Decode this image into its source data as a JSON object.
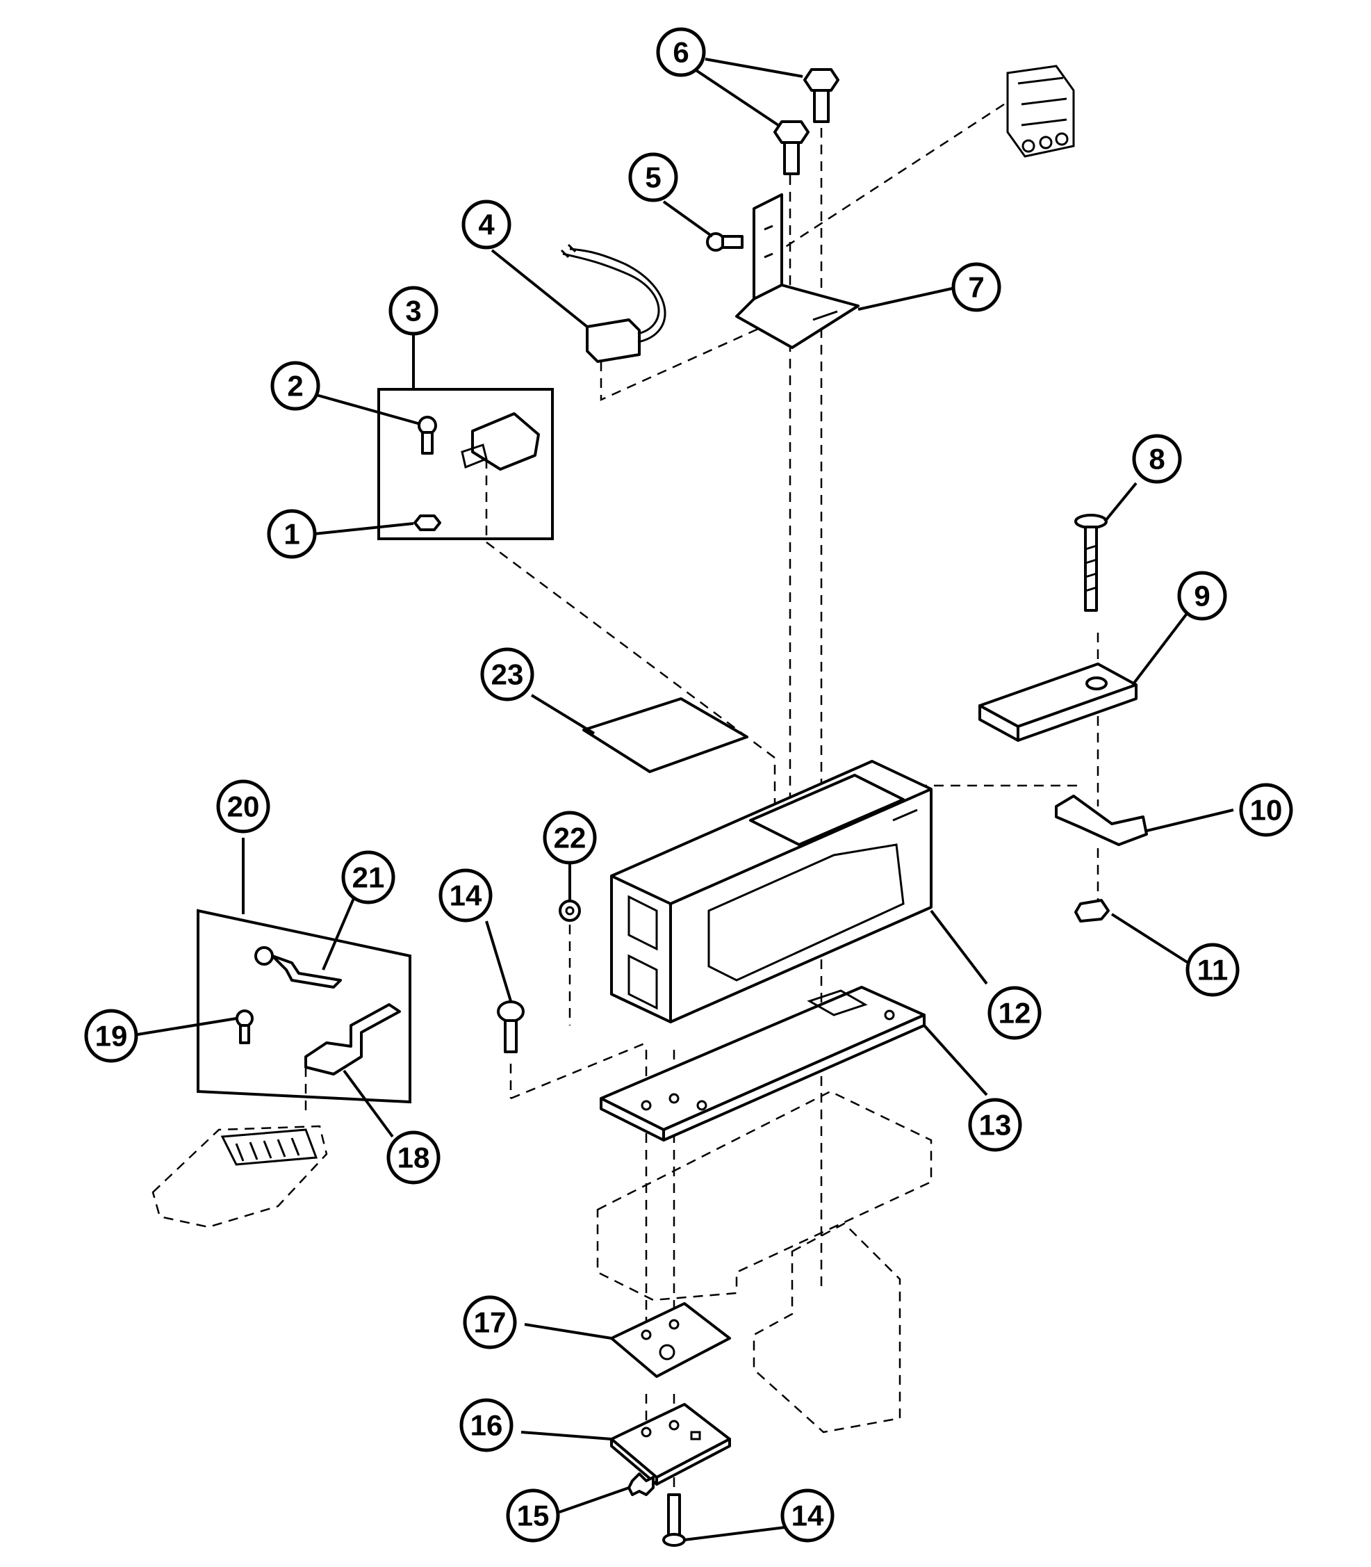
{
  "callouts": [
    {
      "label": "1"
    },
    {
      "label": "2"
    },
    {
      "label": "3"
    },
    {
      "label": "4"
    },
    {
      "label": "5"
    },
    {
      "label": "6"
    },
    {
      "label": "7"
    },
    {
      "label": "8"
    },
    {
      "label": "9"
    },
    {
      "label": "10"
    },
    {
      "label": "11"
    },
    {
      "label": "12"
    },
    {
      "label": "13"
    },
    {
      "label": "14"
    },
    {
      "label": "14"
    },
    {
      "label": "15"
    },
    {
      "label": "16"
    },
    {
      "label": "17"
    },
    {
      "label": "18"
    },
    {
      "label": "19"
    },
    {
      "label": "20"
    },
    {
      "label": "21"
    },
    {
      "label": "22"
    },
    {
      "label": "23"
    }
  ],
  "colors": {
    "ink": "#000000",
    "paper": "#ffffff"
  }
}
